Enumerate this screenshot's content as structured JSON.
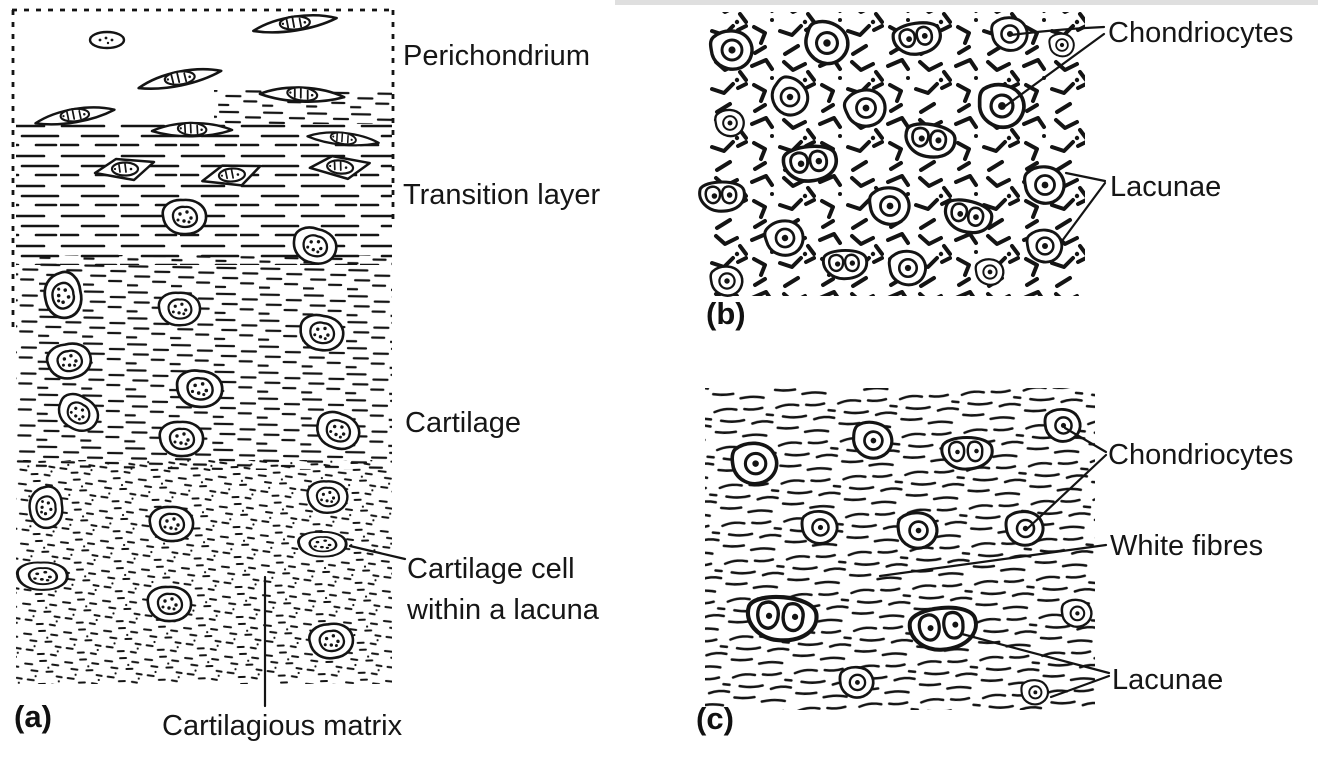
{
  "figure": {
    "colors": {
      "ink": "#141414",
      "background": "#ffffff"
    },
    "panels": {
      "a": {
        "tag": "(a)",
        "labels": {
          "perichondrium": "Perichondrium",
          "transition_layer": "Transition layer",
          "cartilage": "Cartilage",
          "cartilage_cell": "Cartilage cell within a lacuna",
          "matrix": "Cartilagious matrix"
        }
      },
      "b": {
        "tag": "(b)",
        "labels": {
          "chondriocytes": "Chondriocytes",
          "lacunae": "Lacunae"
        }
      },
      "c": {
        "tag": "(c)",
        "labels": {
          "chondriocytes": "Chondriocytes",
          "white_fibres": "White fibres",
          "lacunae": "Lacunae"
        }
      }
    }
  }
}
